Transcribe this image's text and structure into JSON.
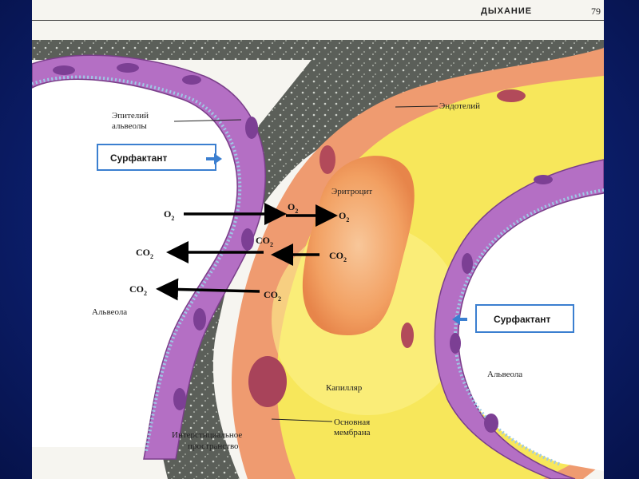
{
  "header": {
    "title": "ДЫХАНИЕ",
    "page_number": "79"
  },
  "labels": {
    "epithelium": [
      "Эпителий",
      "альвеолы"
    ],
    "endothelium": "Эндотелий",
    "surfactant_left": "Сурфактант",
    "surfactant_right": "Сурфактант",
    "erythrocyte": "Эритроцит",
    "alveola_left": "Альвеола",
    "alveola_right": "Альвеола",
    "capillary": "Капилляр",
    "basal_membrane": [
      "Основная",
      "мембрана"
    ],
    "interstitial": [
      "Интерстициальное",
      "пространство"
    ]
  },
  "gases": {
    "o2_left": {
      "base": "O",
      "sub": "2"
    },
    "o2_mid": {
      "base": "O",
      "sub": "2"
    },
    "o2_right": {
      "base": "O",
      "sub": "2"
    },
    "co2_mid": {
      "base": "CO",
      "sub": "2"
    },
    "co2_left_1": {
      "base": "CO",
      "sub": "2"
    },
    "co2_right_1": {
      "base": "CO",
      "sub": "2"
    },
    "co2_left_2": {
      "base": "CO",
      "sub": "2"
    },
    "co2_right_2": {
      "base": "CO",
      "sub": "2"
    }
  },
  "colors": {
    "slide_bg": "#0c1f6e",
    "epithelium": "#b36cc2",
    "interstitium": "#5a5d58",
    "endothelium": "#ee9a6f",
    "capillary_plasma": "#f7e75a",
    "erythrocyte": "#f19a5c",
    "surfactant_box": "#3b7fd0",
    "arrow": "#000000"
  }
}
